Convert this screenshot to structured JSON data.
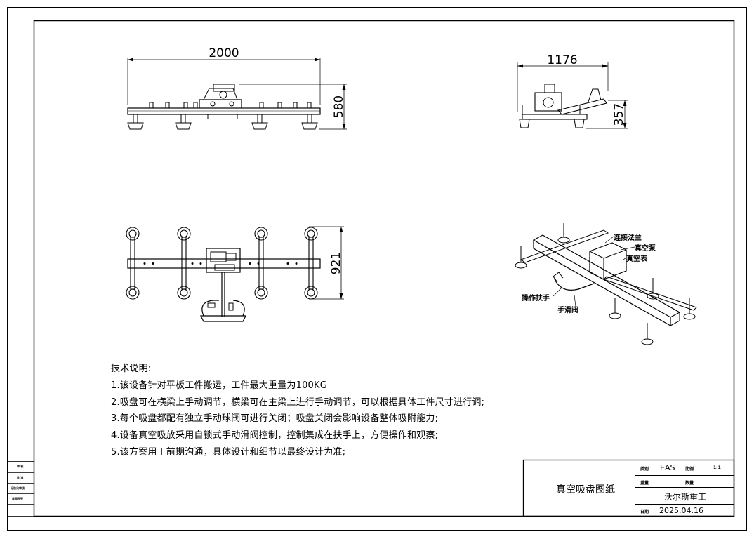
{
  "dimensions": {
    "front_length": "2000",
    "front_height": "580",
    "side_length": "1176",
    "side_height": "357",
    "top_width": "921"
  },
  "callouts": {
    "flange": "连接法兰",
    "pump": "真空泵",
    "gauge": "真空表",
    "handle": "操作扶手",
    "slide_valve": "手滑阀"
  },
  "notes": {
    "heading": "技术说明:",
    "items": [
      "1.该设备针对平板工件搬运，工件最大重量为100KG",
      "2.吸盘可在横梁上手动调节，横梁可在主梁上进行手动调节，可以根据具体工件尺寸进行调;",
      "3.每个吸盘都配有独立手动球阀可进行关闭；吸盘关闭会影响设备整体吸附能力;",
      "4.设备真空吸放采用自锁式手动滑阀控制，控制集成在扶手上，方便操作和观察;",
      "5.该方案用于前期沟通，具体设计和细节以最终设计为准;"
    ]
  },
  "title_block": {
    "drawing_name": "真空吸盘图纸",
    "label_type": "类别",
    "type_value": "EAS",
    "label_scale": "比例",
    "scale_value": "1:1",
    "label_weight": "重量",
    "label_qty": "数量",
    "company": "沃尔斯重工",
    "label_date": "日期",
    "date_value": "2025.04.16"
  },
  "margin_labels": [
    "审 核",
    "批 准",
    "标准化审核",
    "底图号签"
  ]
}
